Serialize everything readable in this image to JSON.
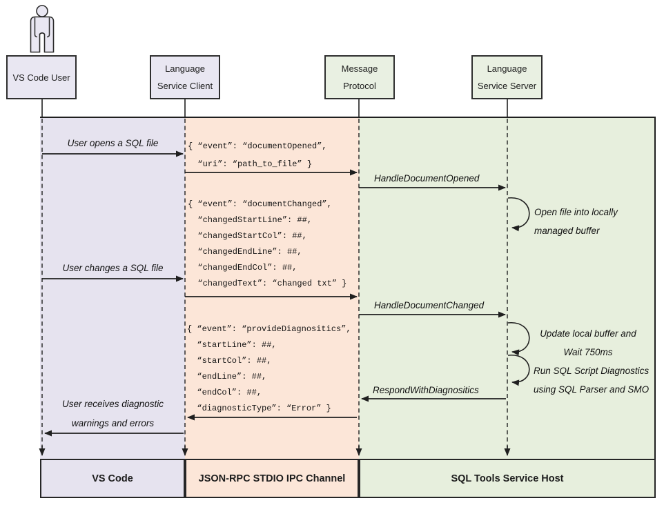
{
  "diagram": {
    "title": "SQL Tools Service language service sequence diagram",
    "actors": {
      "user": "VS Code User",
      "client_line1": "Language",
      "client_line2": "Service Client",
      "protocol_line1": "Message",
      "protocol_line2": "Protocol",
      "server_line1": "Language",
      "server_line2": "Service Server"
    },
    "lanes": {
      "vscode": "VS Code",
      "ipc": "JSON-RPC STDIO IPC Channel",
      "host": "SQL Tools Service Host"
    },
    "messages": {
      "open_file": "User opens a SQL file",
      "change_file": "User changes a SQL file",
      "receive_line1": "User receives diagnostic",
      "receive_line2": "warnings and errors",
      "handle_opened": "HandleDocumentOpened",
      "handle_changed": "HandleDocumentChanged",
      "respond": "RespondWithDiagnositics",
      "loop_open_line1": "Open file into locally",
      "loop_open_line2": "managed buffer",
      "loop_update_line1": "Update local buffer and",
      "loop_update_line2": "Wait 750ms",
      "loop_run_line1": "Run SQL Script Diagnostics",
      "loop_run_line2": "using SQL Parser and SMO"
    },
    "payloads": {
      "document_opened": "{ “event”: “documentOpened”,\n  “uri”: “path_to_file” }",
      "document_changed": "{ “event”: “documentChanged”,\n  “changedStartLine”: ##,\n  “changedStartCol”: ##,\n  “changedEndLine”: ##,\n  “changedEndCol”: ##,\n  “changedText”: “changed txt” }",
      "provide_diagnostics": "{ “event”: “provideDiagnositics”,\n  “startLine”: ##,\n  “startCol”: ##,\n  “endLine”: ##,\n  “endCol”: ##,\n  “diagnosticType”: “Error” }"
    },
    "colors": {
      "user_lane": "#e6e3ef",
      "ipc_lane": "#fce6d8",
      "host_lane": "#e7efdd",
      "box_user_fill": "#e9e7f2",
      "box_host_fill": "#e9f0e2",
      "line_color": "#1f1f1f"
    }
  }
}
